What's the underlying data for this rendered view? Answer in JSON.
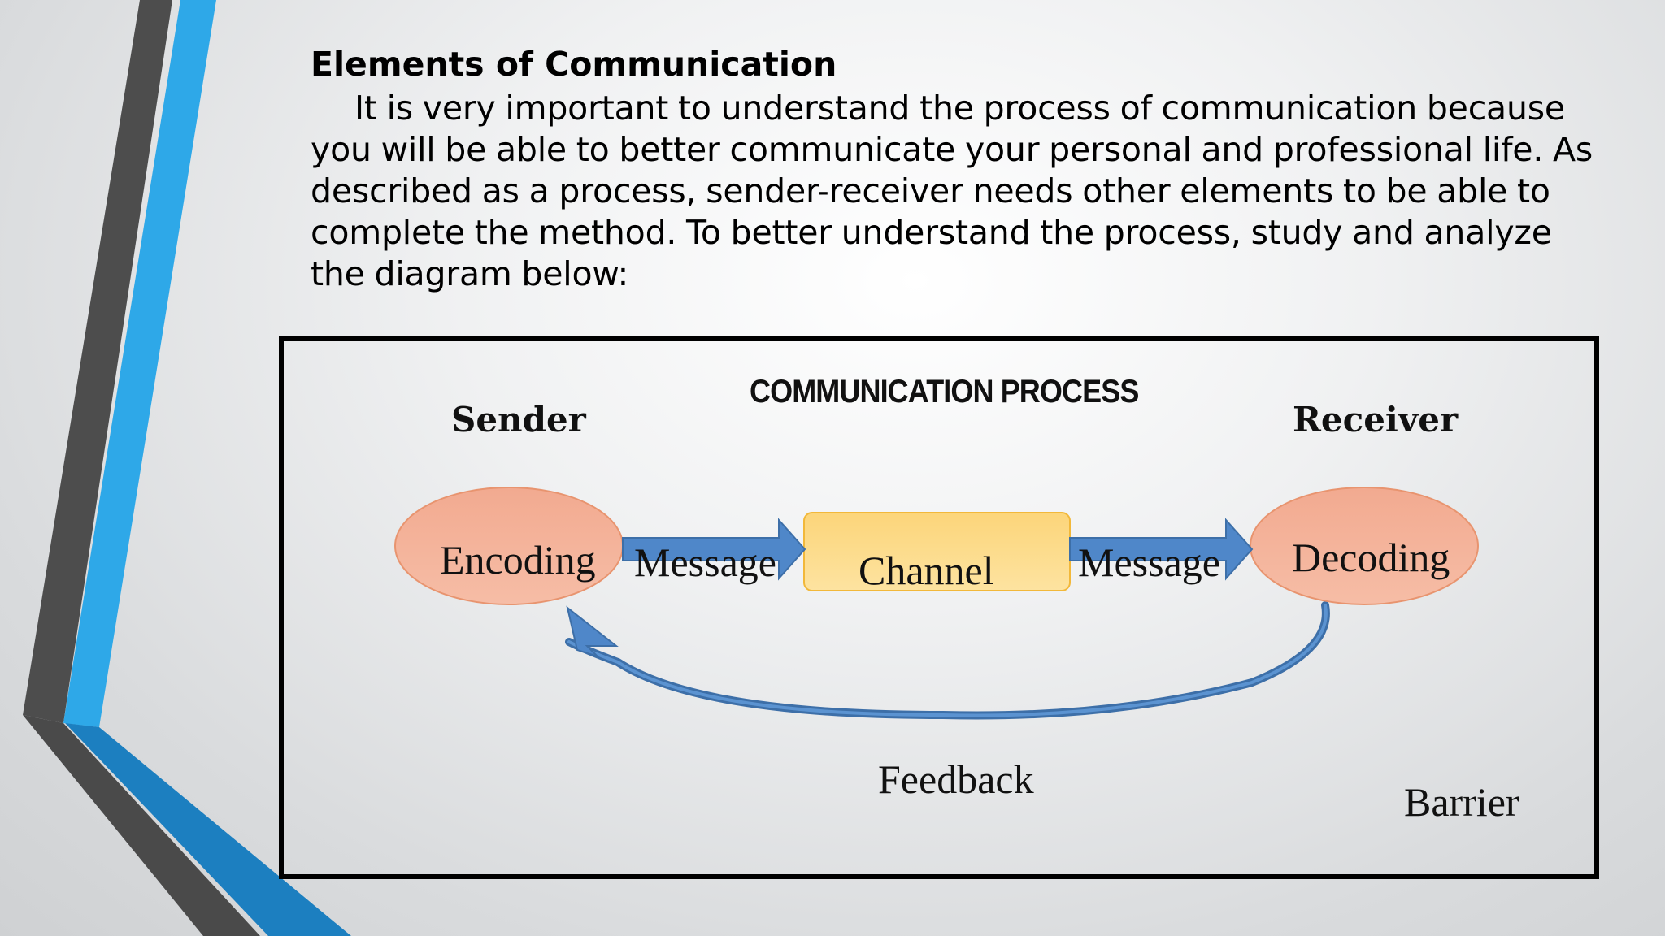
{
  "slide": {
    "heading": "Elements of Communication",
    "paragraph": "It is very important to understand the process of communication because you will be able to better communicate your personal and professional life. As described as a process, sender-receiver needs other elements to be able to complete the method. To better understand the process, study and analyze the diagram below:"
  },
  "diagram": {
    "title": "COMMUNICATION PROCESS",
    "sender": "Sender",
    "receiver": "Receiver",
    "encoding": "Encoding",
    "decoding": "Decoding",
    "channel": "Channel",
    "message_left": "Message",
    "message_right": "Message",
    "feedback": "Feedback",
    "barrier": "Barrier"
  },
  "colors": {
    "accent_blue": "#2ea8e8",
    "dark_gray": "#4d4d4d",
    "node_fill": "#f4b19a",
    "node_stroke": "#e8946f",
    "channel_fill": "#fcd57a",
    "channel_stroke": "#f2b83a",
    "arrow_blue": "#4f87c9"
  }
}
